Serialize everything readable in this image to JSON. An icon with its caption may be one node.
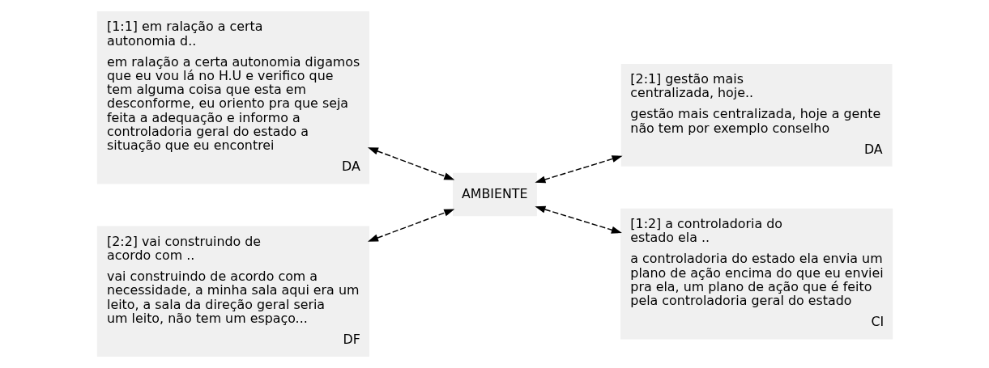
{
  "diagram": {
    "nodes": [
      {
        "text": [
          "[1:1] em ralação a certa autonomia d..",
          "em ralação a certa autonomia digamos que eu vou lá no H.U e verifico que tem alguma coisa que esta em desconforme, eu oriento pra que seja feita a adequação e informo a controladoria geral do estado a situação que eu encontrei",
          "DA"
        ]
      },
      {
        "text": [
          "[2:1] gestão mais centralizada, hoje..",
          "gestão mais centralizada, hoje a gente não tem por exemplo conselho",
          "DA"
        ]
      },
      {
        "text": [
          "AMBIENTE"
        ]
      },
      {
        "text": [
          "[2:2] vai construindo de acordo com ..",
          "vai construindo de acordo com a necessidade, a minha sala aqui era um leito, a sala da direção geral seria um leito, não tem um espaço...",
          "DF"
        ]
      },
      {
        "text": [
          "[1:2] a controladoria do estado ela ..",
          "a controladoria do estado ela envia um plano de ação encima do que eu enviei pra ela, um plano de ação que é feito pela controladoria geral do estado",
          "CI"
        ]
      }
    ],
    "edges": [
      {
        "from": 0,
        "to": 2,
        "arrow": "both",
        "style": "dashed"
      },
      {
        "from": 2,
        "to": 1,
        "arrow": "both",
        "style": "dashed"
      },
      {
        "from": 3,
        "to": 2,
        "arrow": "both",
        "style": "dashed"
      },
      {
        "from": 2,
        "to": 4,
        "arrow": "both",
        "style": "dashed"
      }
    ]
  }
}
